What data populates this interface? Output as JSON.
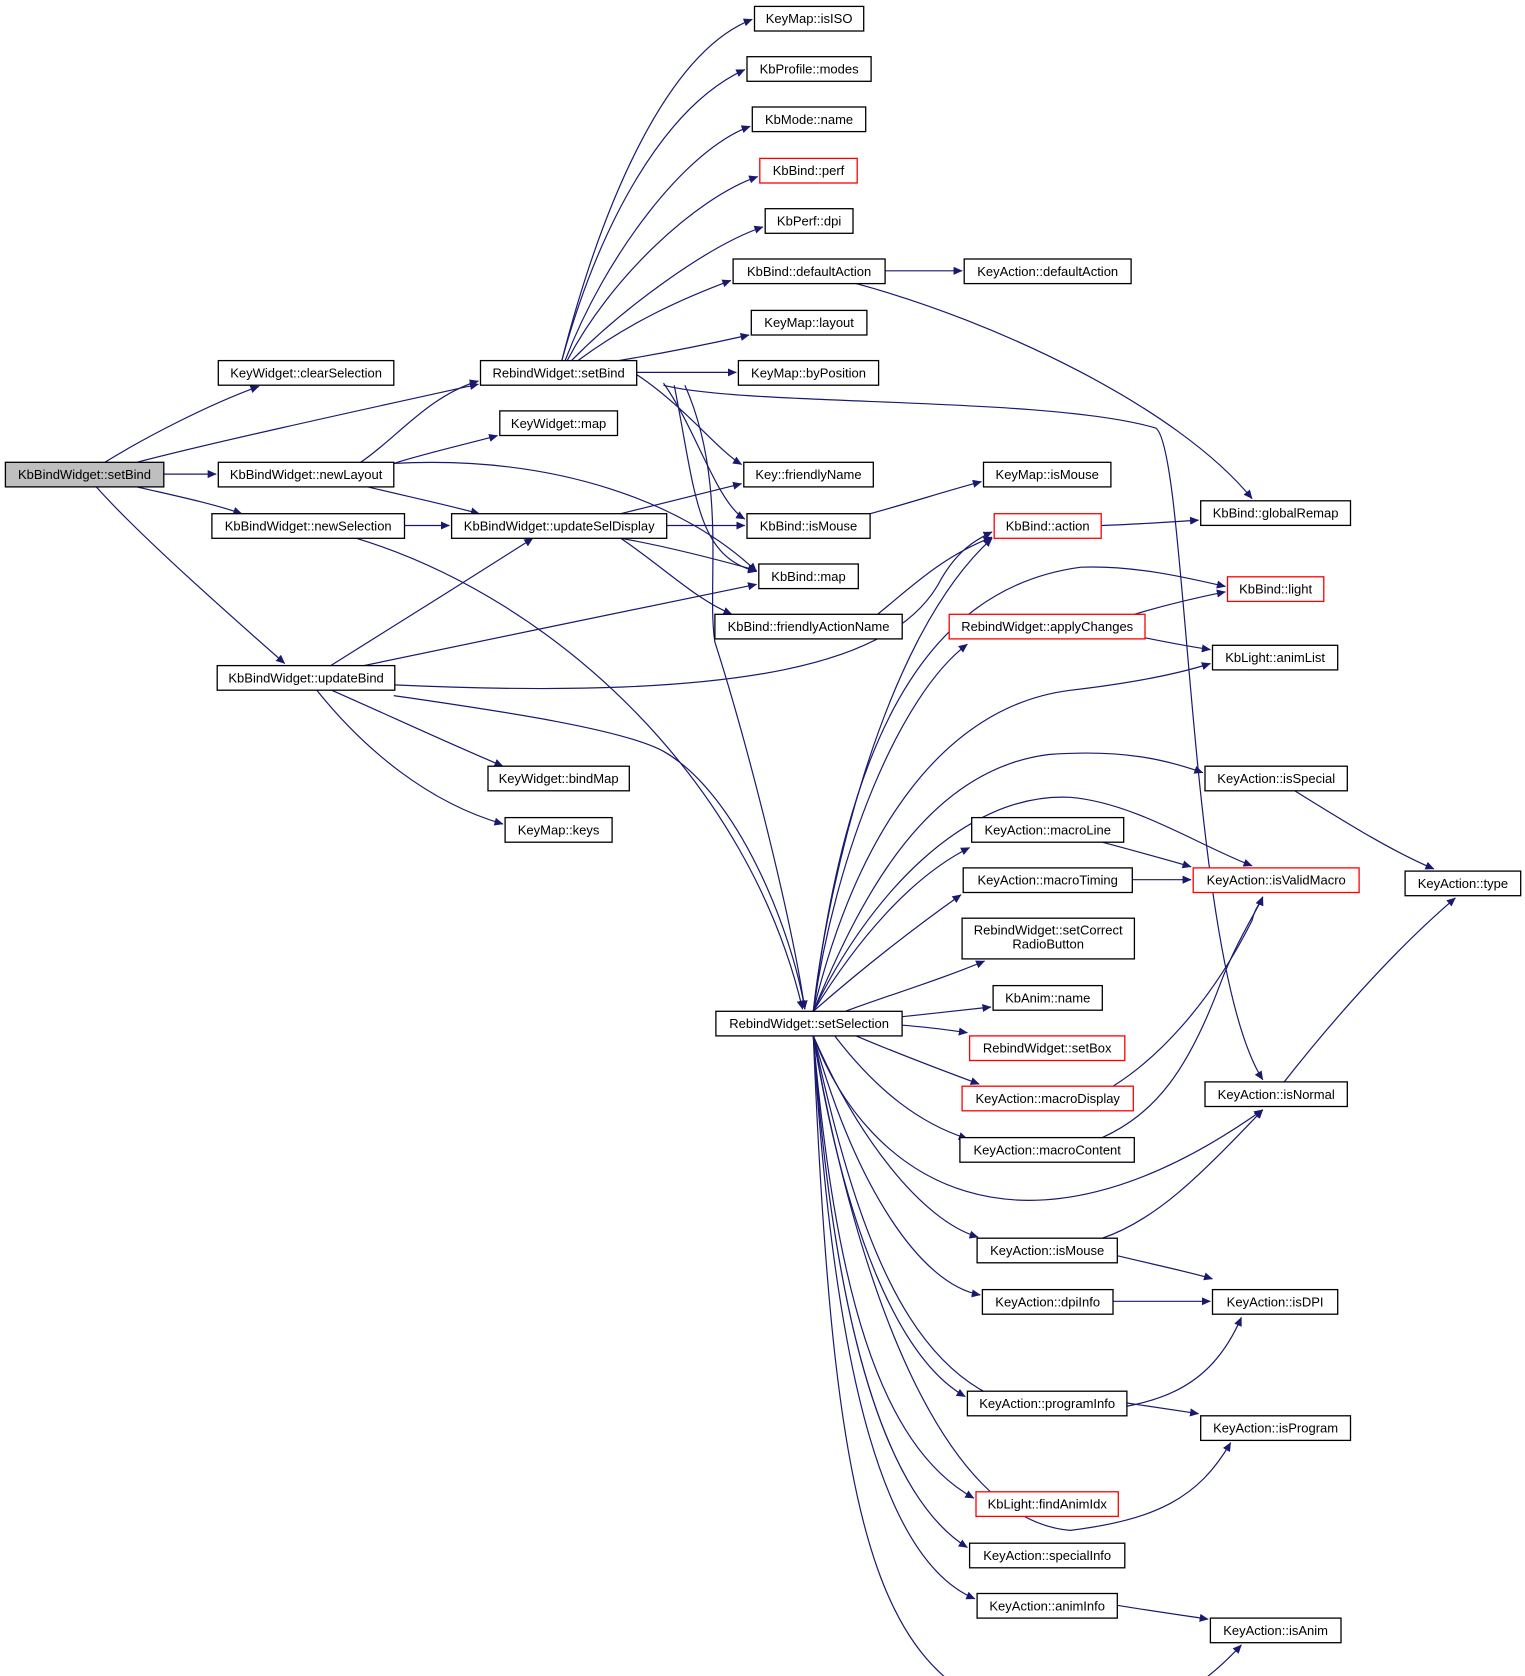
{
  "colors": {
    "edge": "#191970",
    "node_border": "#000000",
    "node_border_truncated": "#ff0000",
    "node_fill": "#ffffff",
    "node_fill_focus": "#bfbfbf"
  },
  "nodes": [
    {
      "id": "kbbindwidget_setbind",
      "label": "KbBindWidget::setBind",
      "style": "focus"
    },
    {
      "id": "keywidget_clearselection",
      "label": "KeyWidget::clearSelection",
      "style": "normal"
    },
    {
      "id": "kbbindwidget_newlayout",
      "label": "KbBindWidget::newLayout",
      "style": "normal"
    },
    {
      "id": "kbbindwidget_newselection",
      "label": "KbBindWidget::newSelection",
      "style": "normal"
    },
    {
      "id": "kbbindwidget_updatebind",
      "label": "KbBindWidget::updateBind",
      "style": "normal"
    },
    {
      "id": "rebindwidget_setbind",
      "label": "RebindWidget::setBind",
      "style": "normal"
    },
    {
      "id": "keywidget_map",
      "label": "KeyWidget::map",
      "style": "normal"
    },
    {
      "id": "kbbindwidget_updateseldisplay",
      "label": "KbBindWidget::updateSelDisplay",
      "style": "normal"
    },
    {
      "id": "keywidget_bindmap",
      "label": "KeyWidget::bindMap",
      "style": "normal"
    },
    {
      "id": "keymap_keys",
      "label": "KeyMap::keys",
      "style": "normal"
    },
    {
      "id": "keymap_isiso",
      "label": "KeyMap::isISO",
      "style": "normal"
    },
    {
      "id": "kbprofile_modes",
      "label": "KbProfile::modes",
      "style": "normal"
    },
    {
      "id": "kbmode_name",
      "label": "KbMode::name",
      "style": "normal"
    },
    {
      "id": "kbbind_perf",
      "label": "KbBind::perf",
      "style": "truncated"
    },
    {
      "id": "kbperf_dpi",
      "label": "KbPerf::dpi",
      "style": "normal"
    },
    {
      "id": "kbbind_defaultaction",
      "label": "KbBind::defaultAction",
      "style": "normal"
    },
    {
      "id": "keymap_layout",
      "label": "KeyMap::layout",
      "style": "normal"
    },
    {
      "id": "keymap_byposition",
      "label": "KeyMap::byPosition",
      "style": "normal"
    },
    {
      "id": "key_friendlyname",
      "label": "Key::friendlyName",
      "style": "normal"
    },
    {
      "id": "kbbind_ismouse",
      "label": "KbBind::isMouse",
      "style": "normal"
    },
    {
      "id": "kbbind_map",
      "label": "KbBind::map",
      "style": "normal"
    },
    {
      "id": "kbbind_friendlyactionname",
      "label": "KbBind::friendlyActionName",
      "style": "normal"
    },
    {
      "id": "rebindwidget_setselection",
      "label": "RebindWidget::setSelection",
      "style": "normal"
    },
    {
      "id": "keyaction_defaultaction",
      "label": "KeyAction::defaultAction",
      "style": "normal"
    },
    {
      "id": "keymap_ismouse",
      "label": "KeyMap::isMouse",
      "style": "normal"
    },
    {
      "id": "kbbind_action",
      "label": "KbBind::action",
      "style": "truncated"
    },
    {
      "id": "rebindwidget_applychanges",
      "label": "RebindWidget::applyChanges",
      "style": "truncated"
    },
    {
      "id": "keyaction_macroline",
      "label": "KeyAction::macroLine",
      "style": "normal"
    },
    {
      "id": "keyaction_macrotiming",
      "label": "KeyAction::macroTiming",
      "style": "normal"
    },
    {
      "id": "rebindwidget_setcorrectradiobutton",
      "label": "RebindWidget::setCorrect",
      "label2": "RadioButton",
      "style": "normal"
    },
    {
      "id": "kbanim_name",
      "label": "KbAnim::name",
      "style": "normal"
    },
    {
      "id": "rebindwidget_setbox",
      "label": "RebindWidget::setBox",
      "style": "truncated"
    },
    {
      "id": "keyaction_macrodisplay",
      "label": "KeyAction::macroDisplay",
      "style": "truncated"
    },
    {
      "id": "keyaction_macrocontent",
      "label": "KeyAction::macroContent",
      "style": "normal"
    },
    {
      "id": "keyaction_ismouse",
      "label": "KeyAction::isMouse",
      "style": "normal"
    },
    {
      "id": "keyaction_dpiinfo",
      "label": "KeyAction::dpiInfo",
      "style": "normal"
    },
    {
      "id": "keyaction_programinfo",
      "label": "KeyAction::programInfo",
      "style": "normal"
    },
    {
      "id": "kblight_findanimidx",
      "label": "KbLight::findAnimIdx",
      "style": "truncated"
    },
    {
      "id": "keyaction_specialinfo",
      "label": "KeyAction::specialInfo",
      "style": "normal"
    },
    {
      "id": "keyaction_animinfo",
      "label": "KeyAction::animInfo",
      "style": "normal"
    },
    {
      "id": "kbbind_globalremap",
      "label": "KbBind::globalRemap",
      "style": "normal"
    },
    {
      "id": "kbbind_light",
      "label": "KbBind::light",
      "style": "truncated"
    },
    {
      "id": "kblight_animlist",
      "label": "KbLight::animList",
      "style": "normal"
    },
    {
      "id": "keyaction_isspecial",
      "label": "KeyAction::isSpecial",
      "style": "normal"
    },
    {
      "id": "keyaction_isvalidmacro",
      "label": "KeyAction::isValidMacro",
      "style": "truncated"
    },
    {
      "id": "keyaction_isnormal",
      "label": "KeyAction::isNormal",
      "style": "normal"
    },
    {
      "id": "keyaction_isdpi",
      "label": "KeyAction::isDPI",
      "style": "normal"
    },
    {
      "id": "keyaction_isprogram",
      "label": "KeyAction::isProgram",
      "style": "normal"
    },
    {
      "id": "keyaction_isanim",
      "label": "KeyAction::isAnim",
      "style": "normal"
    },
    {
      "id": "keyaction_type",
      "label": "KeyAction::type",
      "style": "normal"
    }
  ],
  "edges": [
    {
      "from": "kbbindwidget_setbind",
      "to": "keywidget_clearselection"
    },
    {
      "from": "kbbindwidget_setbind",
      "to": "rebindwidget_setbind"
    },
    {
      "from": "kbbindwidget_setbind",
      "to": "kbbindwidget_newlayout"
    },
    {
      "from": "kbbindwidget_setbind",
      "to": "kbbindwidget_newselection"
    },
    {
      "from": "kbbindwidget_setbind",
      "to": "kbbindwidget_updatebind"
    },
    {
      "from": "kbbindwidget_newlayout",
      "to": "rebindwidget_setbind"
    },
    {
      "from": "kbbindwidget_newlayout",
      "to": "keywidget_map"
    },
    {
      "from": "kbbindwidget_newlayout",
      "to": "kbbindwidget_updateseldisplay"
    },
    {
      "from": "kbbindwidget_newlayout",
      "to": "kbbind_map"
    },
    {
      "from": "kbbindwidget_newselection",
      "to": "kbbindwidget_updateseldisplay"
    },
    {
      "from": "kbbindwidget_newselection",
      "to": "rebindwidget_setselection"
    },
    {
      "from": "kbbindwidget_updatebind",
      "to": "kbbindwidget_updateseldisplay"
    },
    {
      "from": "kbbindwidget_updatebind",
      "to": "kbbind_map"
    },
    {
      "from": "kbbindwidget_updatebind",
      "to": "kbbind_action"
    },
    {
      "from": "kbbindwidget_updatebind",
      "to": "keywidget_bindmap"
    },
    {
      "from": "kbbindwidget_updatebind",
      "to": "keymap_keys"
    },
    {
      "from": "kbbindwidget_updatebind",
      "to": "rebindwidget_setselection"
    },
    {
      "from": "rebindwidget_setbind",
      "to": "keymap_isiso"
    },
    {
      "from": "rebindwidget_setbind",
      "to": "kbprofile_modes"
    },
    {
      "from": "rebindwidget_setbind",
      "to": "kbmode_name"
    },
    {
      "from": "rebindwidget_setbind",
      "to": "kbbind_perf"
    },
    {
      "from": "rebindwidget_setbind",
      "to": "kbperf_dpi"
    },
    {
      "from": "rebindwidget_setbind",
      "to": "kbbind_defaultaction"
    },
    {
      "from": "rebindwidget_setbind",
      "to": "keymap_layout"
    },
    {
      "from": "rebindwidget_setbind",
      "to": "keymap_byposition"
    },
    {
      "from": "rebindwidget_setbind",
      "to": "key_friendlyname"
    },
    {
      "from": "rebindwidget_setbind",
      "to": "kbbind_ismouse"
    },
    {
      "from": "rebindwidget_setbind",
      "to": "kbbind_map"
    },
    {
      "from": "rebindwidget_setbind",
      "to": "keyaction_isnormal"
    },
    {
      "from": "rebindwidget_setbind",
      "to": "rebindwidget_setselection"
    },
    {
      "from": "kbbindwidget_updateseldisplay",
      "to": "key_friendlyname"
    },
    {
      "from": "kbbindwidget_updateseldisplay",
      "to": "kbbind_ismouse"
    },
    {
      "from": "kbbindwidget_updateseldisplay",
      "to": "kbbind_map"
    },
    {
      "from": "kbbindwidget_updateseldisplay",
      "to": "kbbind_friendlyactionname"
    },
    {
      "from": "kbbind_defaultaction",
      "to": "keyaction_defaultaction"
    },
    {
      "from": "kbbind_defaultaction",
      "to": "kbbind_globalremap"
    },
    {
      "from": "kbbind_ismouse",
      "to": "keymap_ismouse"
    },
    {
      "from": "kbbind_friendlyactionname",
      "to": "kbbind_action"
    },
    {
      "from": "kbbind_action",
      "to": "kbbind_globalremap"
    },
    {
      "from": "rebindwidget_setselection",
      "to": "kbbind_action"
    },
    {
      "from": "rebindwidget_setselection",
      "to": "rebindwidget_applychanges"
    },
    {
      "from": "rebindwidget_setselection",
      "to": "kbbind_light"
    },
    {
      "from": "rebindwidget_setselection",
      "to": "kblight_animlist"
    },
    {
      "from": "rebindwidget_setselection",
      "to": "keyaction_isspecial"
    },
    {
      "from": "rebindwidget_setselection",
      "to": "keyaction_isvalidmacro"
    },
    {
      "from": "rebindwidget_setselection",
      "to": "keyaction_macroline"
    },
    {
      "from": "rebindwidget_setselection",
      "to": "keyaction_macrotiming"
    },
    {
      "from": "rebindwidget_setselection",
      "to": "rebindwidget_setcorrectradiobutton"
    },
    {
      "from": "rebindwidget_setselection",
      "to": "kbanim_name"
    },
    {
      "from": "rebindwidget_setselection",
      "to": "rebindwidget_setbox"
    },
    {
      "from": "rebindwidget_setselection",
      "to": "keyaction_macrodisplay"
    },
    {
      "from": "rebindwidget_setselection",
      "to": "keyaction_macrocontent"
    },
    {
      "from": "rebindwidget_setselection",
      "to": "keyaction_isnormal"
    },
    {
      "from": "rebindwidget_setselection",
      "to": "keyaction_ismouse"
    },
    {
      "from": "rebindwidget_setselection",
      "to": "keyaction_dpiinfo"
    },
    {
      "from": "rebindwidget_setselection",
      "to": "keyaction_isdpi"
    },
    {
      "from": "rebindwidget_setselection",
      "to": "keyaction_programinfo"
    },
    {
      "from": "rebindwidget_setselection",
      "to": "keyaction_isprogram"
    },
    {
      "from": "rebindwidget_setselection",
      "to": "kblight_findanimidx"
    },
    {
      "from": "rebindwidget_setselection",
      "to": "keyaction_specialinfo"
    },
    {
      "from": "rebindwidget_setselection",
      "to": "keyaction_animinfo"
    },
    {
      "from": "rebindwidget_setselection",
      "to": "keyaction_isanim"
    },
    {
      "from": "rebindwidget_applychanges",
      "to": "kbbind_light"
    },
    {
      "from": "rebindwidget_applychanges",
      "to": "kblight_animlist"
    },
    {
      "from": "keyaction_macroline",
      "to": "keyaction_isvalidmacro"
    },
    {
      "from": "keyaction_macrotiming",
      "to": "keyaction_isvalidmacro"
    },
    {
      "from": "keyaction_macrodisplay",
      "to": "keyaction_isvalidmacro"
    },
    {
      "from": "keyaction_macrocontent",
      "to": "keyaction_isvalidmacro"
    },
    {
      "from": "keyaction_ismouse",
      "to": "keyaction_isnormal"
    },
    {
      "from": "keyaction_ismouse",
      "to": "keyaction_isdpi"
    },
    {
      "from": "keyaction_dpiinfo",
      "to": "keyaction_isdpi"
    },
    {
      "from": "keyaction_programinfo",
      "to": "keyaction_isprogram"
    },
    {
      "from": "keyaction_animinfo",
      "to": "keyaction_isanim"
    },
    {
      "from": "keyaction_isspecial",
      "to": "keyaction_type"
    },
    {
      "from": "keyaction_isnormal",
      "to": "keyaction_type"
    }
  ]
}
